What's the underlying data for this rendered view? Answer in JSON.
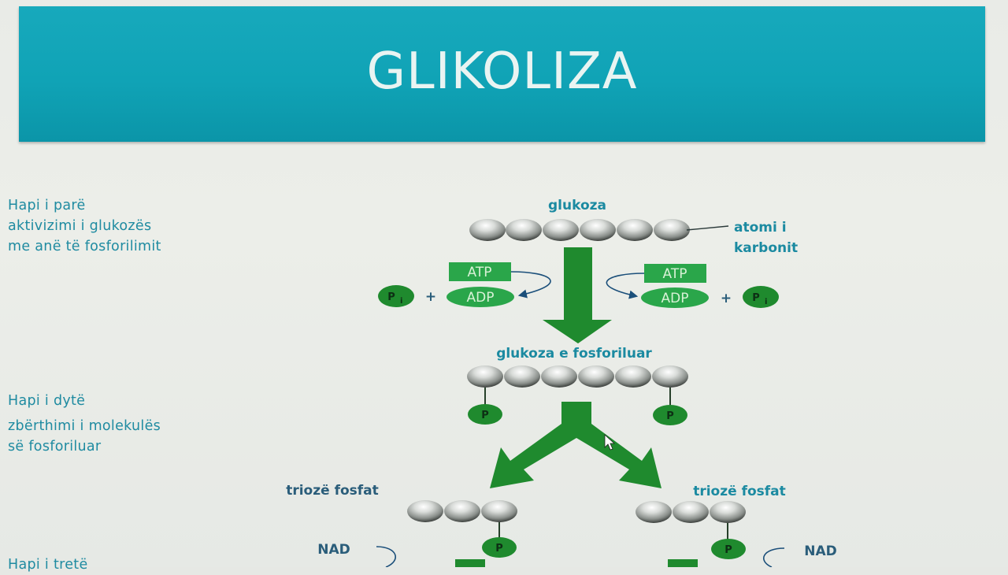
{
  "slide": {
    "title": "GLIKOLIZA",
    "steps": [
      {
        "lines": [
          "Hapi i parë",
          "aktivizimi i glukozës",
          "me anë të fosforilimit"
        ]
      },
      {
        "lines": [
          "Hapi i dytë",
          "zbërthimi i molekulës",
          "së fosforiluar"
        ]
      },
      {
        "lines": [
          "Hapi i tretë"
        ]
      }
    ]
  },
  "diagram": {
    "glucose_label": "glukoza",
    "carbon_atom_label_1": "atomi i",
    "carbon_atom_label_2": "karbonit",
    "atp_label": "ATP",
    "adp_label": "ADP",
    "pi_label": "P",
    "pi_subscript": "i",
    "plus": "+",
    "phosphorylated_label": "glukoza e fosforiluar",
    "p_label": "P",
    "triose_left_label": "triozë fosfat",
    "triose_right_label": "triozë fosfat",
    "nad_label": "NAD"
  },
  "colors": {
    "title_bar": "#12a4b7",
    "label_text": "#1b8aa1",
    "green_arrow": "#1f8a2e",
    "green_tag": "#2aa64a",
    "pi_circle": "#1f8a2e"
  }
}
